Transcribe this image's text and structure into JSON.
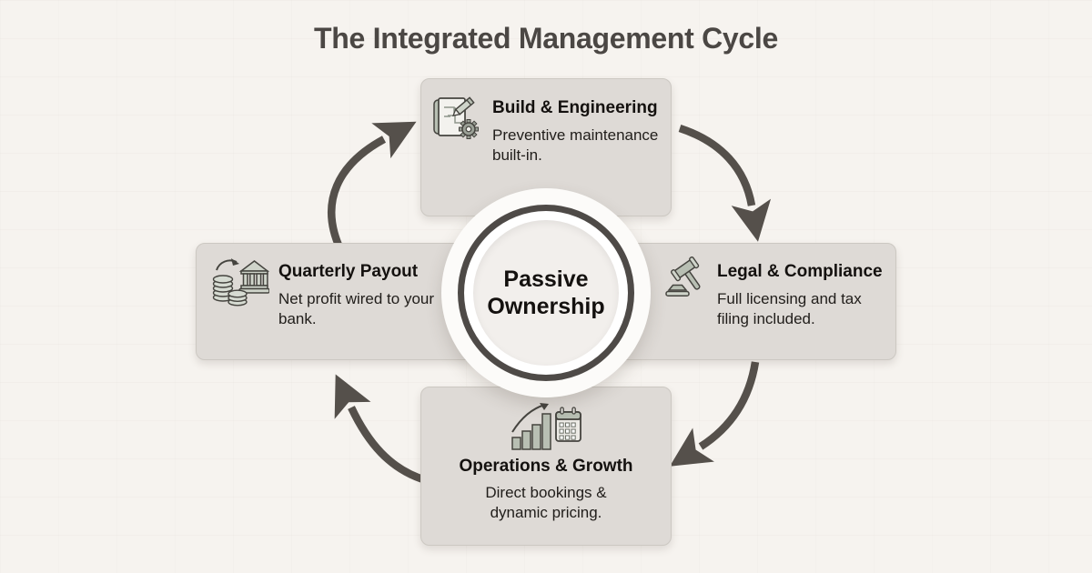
{
  "title": "The Integrated Management Cycle",
  "center": {
    "label": "Passive Ownership"
  },
  "nodes": [
    {
      "position": "top",
      "icon": "blueprint-pencil-gear-icon",
      "title": "Build & Engineering",
      "desc": "Preventive maintenance built-in."
    },
    {
      "position": "right",
      "icon": "gavel-icon",
      "title": "Legal & Compliance",
      "desc": "Full licensing and tax filing included."
    },
    {
      "position": "bottom",
      "icon": "growth-chart-calendar-icon",
      "title": "Operations & Growth",
      "desc": "Direct bookings & dynamic pricing."
    },
    {
      "position": "left",
      "icon": "coins-to-bank-icon",
      "title": "Quarterly Payout",
      "desc": "Net profit wired to your bank."
    }
  ],
  "cycle_arrows": [
    "payout-to-build",
    "build-to-legal",
    "legal-to-operations",
    "operations-to-payout"
  ],
  "colors": {
    "background": "#f6f3ef",
    "card_fill": "#dedad6",
    "card_border": "#ccc8c2",
    "arrow": "#55504b",
    "ring": "#4e4a47",
    "title_text": "#4b4744",
    "heading_text": "#14110f",
    "icon_sage": "#b8bfb3"
  }
}
